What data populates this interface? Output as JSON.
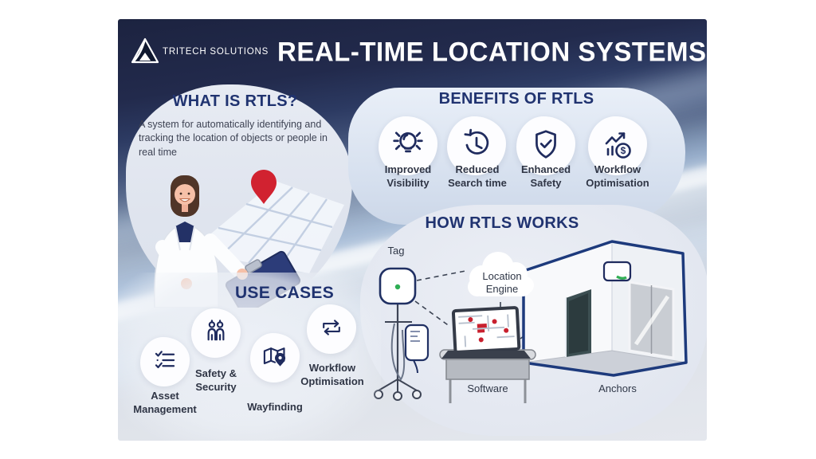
{
  "colors": {
    "header_navy": "#1e2745",
    "section_title_navy": "#203370",
    "icon_navy": "#1f2b5e",
    "body_text": "#3e4354",
    "pin_red": "#d12230",
    "led_green": "#2fae54",
    "blob_light": "#e3e8f1"
  },
  "header": {
    "brand": "TRITECH SOLUTIONS",
    "title": "REAL-TIME LOCATION SYSTEMS"
  },
  "what_is_rtls": {
    "title": "WHAT IS RTLS?",
    "description": "A system for automatically identifying and tracking the location of objects or people in real time"
  },
  "benefits": {
    "title": "BENEFITS OF RTLS",
    "items": [
      {
        "icon": "lightbulb-icon",
        "label": "Improved Visibility"
      },
      {
        "icon": "clock-rewind-icon",
        "label": "Reduced Search time"
      },
      {
        "icon": "shield-check-icon",
        "label": "Enhanced Safety"
      },
      {
        "icon": "profit-growth-icon",
        "label": "Workflow Optimisation",
        "currency_symbol": "$"
      }
    ]
  },
  "how_rtls_works": {
    "title": "HOW RTLS WORKS",
    "tag_label": "Tag",
    "location_engine_label": "Location Engine",
    "software_label": "Software",
    "anchors_label": "Anchors"
  },
  "use_cases": {
    "title": "USE CASES",
    "items": [
      {
        "icon": "checklist-icon",
        "label": "Asset Management"
      },
      {
        "icon": "people-icon",
        "label": "Safety & Security"
      },
      {
        "icon": "map-pin-icon",
        "label": "Wayfinding"
      },
      {
        "icon": "swap-arrows-icon",
        "label": "Workflow Optimisation"
      }
    ]
  }
}
